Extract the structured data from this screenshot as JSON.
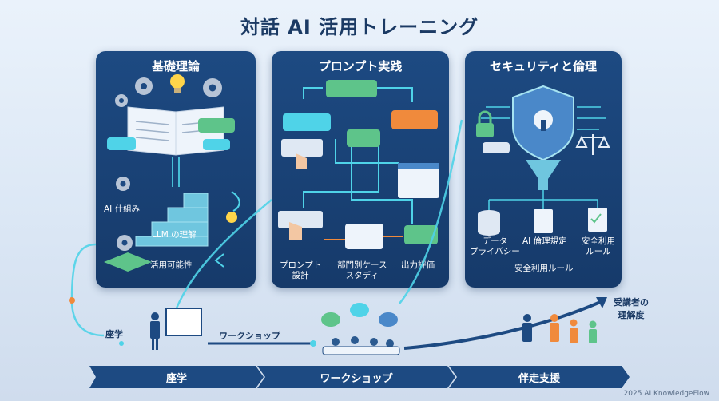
{
  "title": "対話 AI 活用トレーニング",
  "panels": {
    "basics": {
      "title": "基礎理論",
      "labels": {
        "ai_mechanism": "AI 仕組み",
        "llm_understanding": "LLM の理解",
        "applicability": "活用可能性"
      }
    },
    "prompt": {
      "title": "プロンプト実践",
      "labels": {
        "prompt_design_line1": "プロンプト",
        "prompt_design_line2": "設計",
        "case_study_line1": "部門別ケース",
        "case_study_line2": "スタディ",
        "output_evaluation": "出力評価"
      }
    },
    "security": {
      "title": "セキュリティと倫理",
      "labels": {
        "data_privacy_line1": "データ",
        "data_privacy_line2": "プライバシー",
        "ai_ethics": "AI 倫理規定",
        "safe_use_line1": "安全利用",
        "safe_use_line2": "ルール",
        "safe_use_rules": "安全利用ルール"
      }
    }
  },
  "bottom": {
    "lecture_label": "座学",
    "workshop_label": "ワークショップ",
    "understanding_line1": "受講者の",
    "understanding_line2": "理解度"
  },
  "phases": [
    "座学",
    "ワークショップ",
    "伴走支援"
  ],
  "footer": "2025 AI KnowledgeFlow",
  "colors": {
    "panel": "#1d4a82",
    "accent_green": "#5ec48a",
    "accent_cyan": "#4fd3e8",
    "accent_orange": "#f08a3c",
    "phase_bar": "#1d4a82"
  }
}
